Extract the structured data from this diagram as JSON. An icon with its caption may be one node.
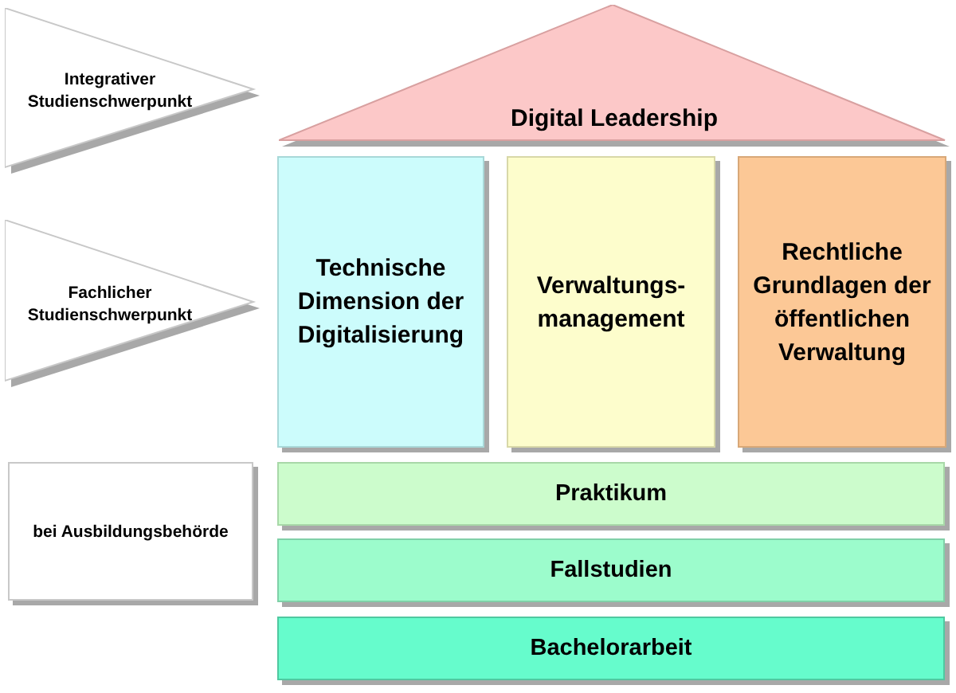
{
  "diagram": {
    "nodes": [
      {
        "text": [
          "Integrativer Studienschwerpunkt"
        ]
      },
      {
        "text": [
          "Digital Leadership"
        ]
      },
      {
        "text": [
          "Fachlicher Studienschwerpunkt"
        ]
      },
      {
        "text": [
          "Technische Dimension der Digitalisierung"
        ]
      },
      {
        "text": [
          "Verwaltungs- management"
        ]
      },
      {
        "text": [
          "Rechtliche Grundlagen der öffentlichen Verwaltung"
        ]
      },
      {
        "text": [
          "bei Ausbildungsbehörde"
        ]
      },
      {
        "text": [
          "Praktikum"
        ]
      },
      {
        "text": [
          "Fallstudien"
        ]
      },
      {
        "text": [
          "Bachelorarbeit"
        ]
      }
    ]
  }
}
